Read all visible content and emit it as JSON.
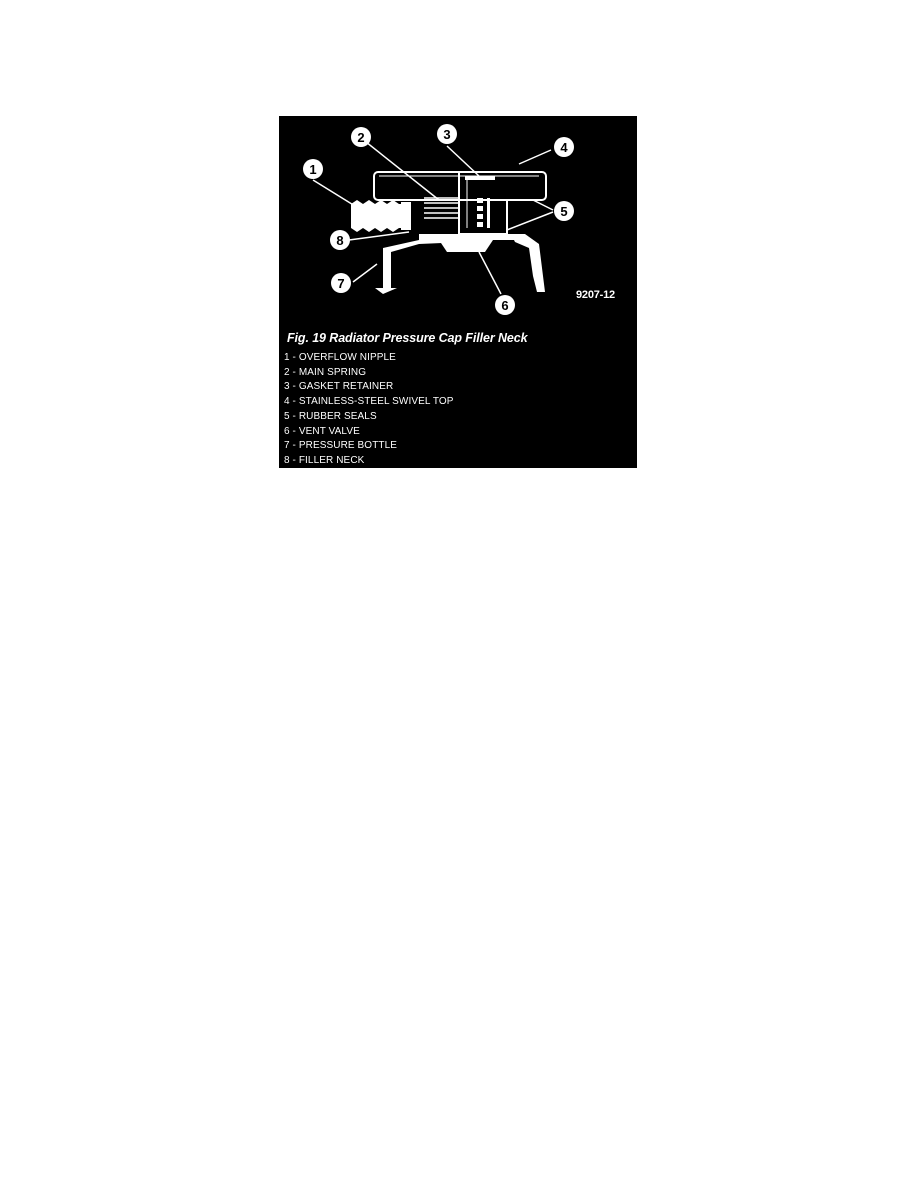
{
  "figure": {
    "code": "9207-12",
    "caption": "Fig. 19 Radiator Pressure Cap Filler Neck",
    "callouts": [
      "1",
      "2",
      "3",
      "4",
      "5",
      "6",
      "7",
      "8"
    ],
    "legend": [
      "1 - OVERFLOW NIPPLE",
      "2 - MAIN SPRING",
      "3 - GASKET RETAINER",
      "4 - STAINLESS-STEEL SWIVEL TOP",
      "5 - RUBBER SEALS",
      "6 - VENT VALVE",
      "7 - PRESSURE BOTTLE",
      "8 - FILLER NECK"
    ]
  }
}
